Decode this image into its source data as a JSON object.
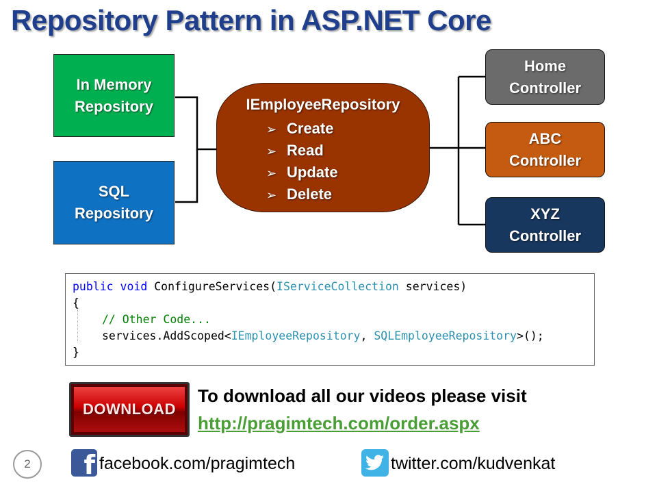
{
  "title": "Repository Pattern in ASP.NET Core",
  "repositories": {
    "in_memory": [
      "In Memory",
      "Repository"
    ],
    "sql": [
      "SQL",
      "Repository"
    ]
  },
  "interface": {
    "name": "IEmployeeRepository",
    "methods": [
      "Create",
      "Read",
      "Update",
      "Delete"
    ]
  },
  "controllers": {
    "home": [
      "Home",
      "Controller"
    ],
    "abc": [
      "ABC",
      "Controller"
    ],
    "xyz": [
      "XYZ",
      "Controller"
    ]
  },
  "code": {
    "line1": {
      "kw1": "public",
      "kw2": "void",
      "name": "ConfigureServices(",
      "type": "IServiceCollection",
      "rest": " services)"
    },
    "line2": "{",
    "line3": "// Other Code...",
    "line4": {
      "prefix": "services.AddScoped<",
      "type1": "IEmployeeRepository",
      "sep": ", ",
      "type2": "SQLEmployeeRepository",
      "suffix": ">();"
    },
    "line5": "}"
  },
  "download": {
    "button_label": "DOWNLOAD",
    "text": "To download all our videos please visit",
    "link": "http://pragimtech.com/order.aspx"
  },
  "footer": {
    "page_number": "2",
    "facebook": "facebook.com/pragimtech",
    "twitter": "twitter.com/kudvenkat"
  },
  "colors": {
    "title": "#1f3f8c",
    "in_memory": "#00b050",
    "sql": "#0f71c2",
    "interface": "#993300",
    "home": "#6b6b6b",
    "abc": "#c55a11",
    "xyz": "#17375e",
    "link": "#4a9e36"
  },
  "icons": {
    "method_bullet": "arrow-bullet-icon",
    "facebook": "facebook-icon",
    "twitter": "twitter-bird-icon"
  }
}
